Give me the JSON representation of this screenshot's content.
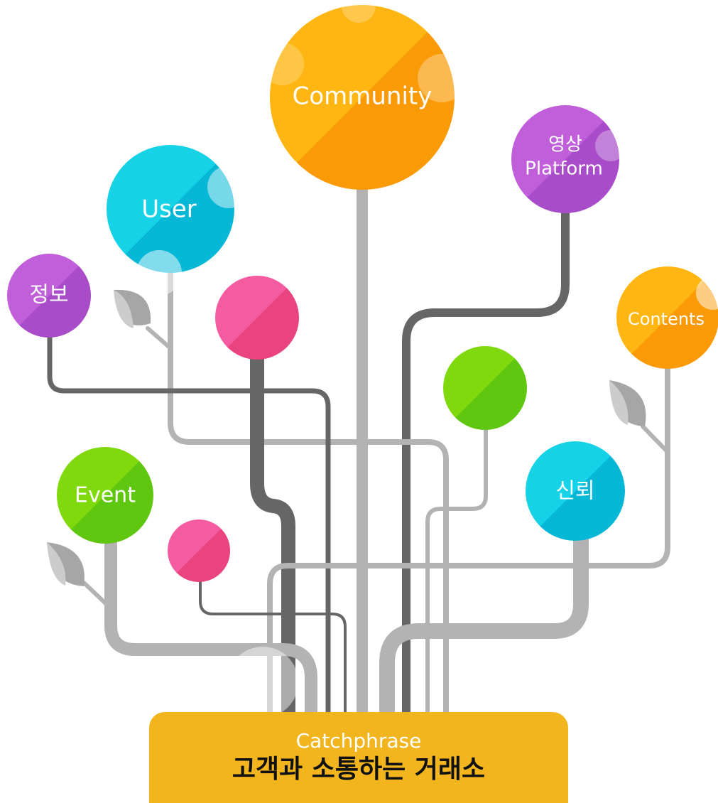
{
  "nodes": {
    "community": {
      "label": "Community"
    },
    "video_platform": {
      "line1": "영상",
      "line2": "Platform"
    },
    "user": {
      "label": "User"
    },
    "info": {
      "label": "정보"
    },
    "contents": {
      "label": "Contents"
    },
    "event": {
      "label": "Event"
    },
    "trust": {
      "label": "신뢰"
    }
  },
  "banner": {
    "subtitle": "Catchphrase",
    "title": "고객과 소통하는 거래소"
  },
  "colors": {
    "orange": "#fb9a07",
    "purple": "#a84cc9",
    "cyan": "#06b8d6",
    "pink": "#e9447f",
    "green": "#5fc710",
    "banner": "#f2b51e",
    "stem_light": "#b3b3b3",
    "stem_dark": "#666666"
  }
}
